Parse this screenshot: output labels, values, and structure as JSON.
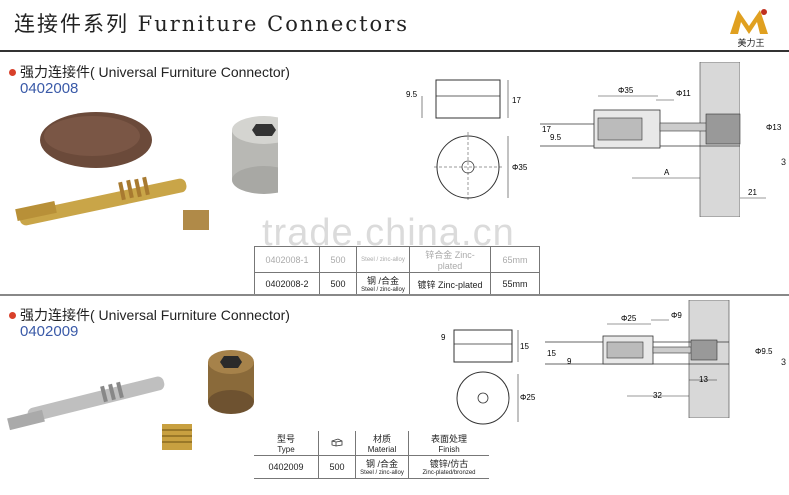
{
  "header": {
    "title": "连接件系列  Furniture Connectors",
    "logo_glyph": "M",
    "logo_text": "美力王"
  },
  "section1": {
    "title": "强力连接件( Universal Furniture Connector)",
    "code": "0402008",
    "top_dims": {
      "h1": "9.5",
      "h2": "17",
      "d": "Φ35"
    },
    "side_dims": {
      "d35": "Φ35",
      "d11": "Φ11",
      "d13": "Φ13",
      "h17": "17",
      "h95": "9.5",
      "a": "A",
      "w21": "21"
    },
    "table": {
      "partial_row": [
        "0402008-1",
        "500",
        "Steel / zinc-alloy",
        "锌合金 Zinc-plated",
        "65mm"
      ],
      "row": {
        "type": "0402008-2",
        "qty": "500",
        "material": "钢 /合金",
        "material_en": "Steel / zinc-alloy",
        "finish": "镀锌 Zinc-plated",
        "length": "55mm"
      }
    }
  },
  "section2": {
    "title": "强力连接件( Universal Furniture Connector)",
    "code": "0402009",
    "top_dims": {
      "h1": "9",
      "h2": "15",
      "d": "Φ25"
    },
    "side_dims": {
      "d25": "Φ25",
      "d9": "Φ9",
      "d95": "Φ9.5",
      "h15": "15",
      "h9": "9",
      "w13": "13",
      "w32": "32"
    },
    "table": {
      "headers": [
        {
          "cn": "型号",
          "en": "Type"
        },
        {
          "cn": "",
          "en": ""
        },
        {
          "cn": "材质",
          "en": "Material"
        },
        {
          "cn": "表面处理",
          "en": "Finish"
        }
      ],
      "row": {
        "type": "0402009",
        "qty": "500",
        "material": "钢 /合金",
        "material_en": "Steel / zinc-alloy",
        "finish": "镀锌/仿古",
        "finish_en": "Zinc-plated/bronzed"
      }
    }
  },
  "watermark": "trade.china.cn",
  "edge_mark": "3",
  "colors": {
    "code_blue": "#3a5aa8",
    "bullet_red": "#d8402a",
    "brown": "#5a3a2a",
    "gold": "#c8a040"
  }
}
